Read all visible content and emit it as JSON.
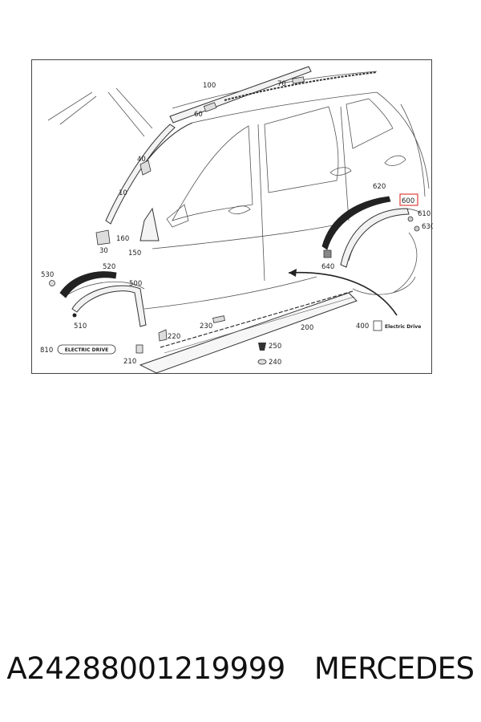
{
  "diagram": {
    "callouts": [
      {
        "id": "c100",
        "text": "100"
      },
      {
        "id": "c70",
        "text": "70"
      },
      {
        "id": "c60",
        "text": "60"
      },
      {
        "id": "c40",
        "text": "40"
      },
      {
        "id": "c10",
        "text": "10"
      },
      {
        "id": "c160",
        "text": "160"
      },
      {
        "id": "c30",
        "text": "30"
      },
      {
        "id": "c150",
        "text": "150"
      },
      {
        "id": "c620",
        "text": "620"
      },
      {
        "id": "c600",
        "text": "600"
      },
      {
        "id": "c610",
        "text": "610"
      },
      {
        "id": "c630",
        "text": "630"
      },
      {
        "id": "c640",
        "text": "640"
      },
      {
        "id": "c530",
        "text": "530"
      },
      {
        "id": "c520",
        "text": "520"
      },
      {
        "id": "c500",
        "text": "500"
      },
      {
        "id": "c510",
        "text": "510"
      },
      {
        "id": "c400",
        "text": "400"
      },
      {
        "id": "c230",
        "text": "230"
      },
      {
        "id": "c200",
        "text": "200"
      },
      {
        "id": "c220",
        "text": "220"
      },
      {
        "id": "c250",
        "text": "250"
      },
      {
        "id": "c240",
        "text": "240"
      },
      {
        "id": "c810",
        "text": "810"
      },
      {
        "id": "c210",
        "text": "210"
      }
    ],
    "badge_810_text": "ELECTRIC DRIVE",
    "badge_400_text": "Electric Drive",
    "highlight_color": "#e0403a"
  },
  "caption": {
    "part_number": "A24288001219999",
    "brand": "MERCEDES"
  }
}
